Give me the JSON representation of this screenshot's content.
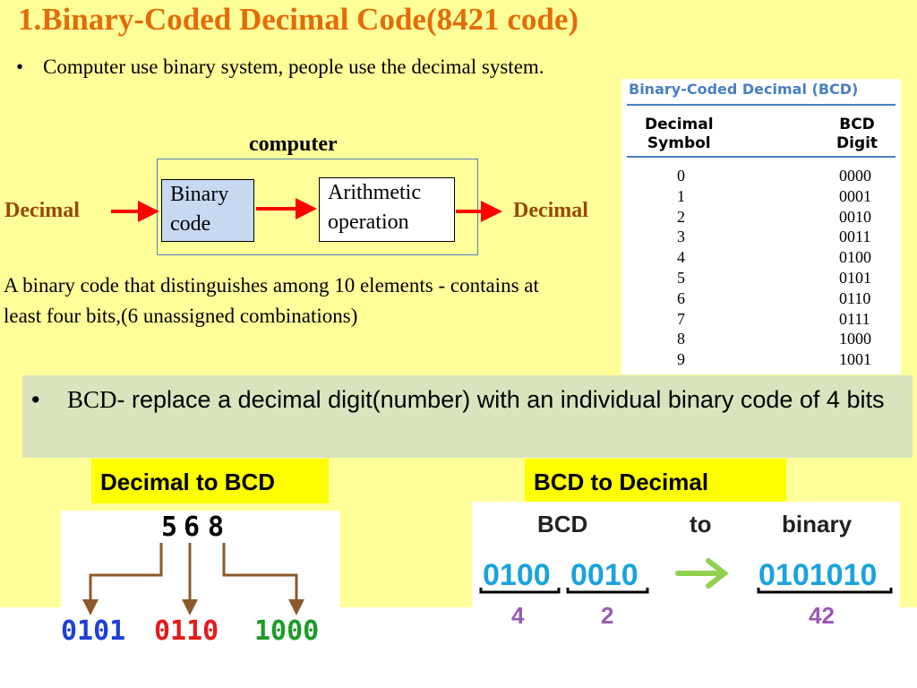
{
  "title": "1.Binary-Coded Decimal Code(8421 code)",
  "bullet1": {
    "marker": "•",
    "text": "Computer use binary system, people use the decimal system."
  },
  "diagram": {
    "computer_label": "computer",
    "input_label": "Decimal",
    "binary_box": [
      "Binary",
      "code"
    ],
    "arith_box": [
      "Arithmetic",
      "operation"
    ],
    "output_label": "Decimal"
  },
  "description": [
    "A binary code that distinguishes among 10 elements - contains at",
    "least four bits,(6 unassigned combinations)"
  ],
  "bcd_table": {
    "title": "Binary-Coded Decimal (BCD)",
    "col1": [
      "Decimal",
      "Symbol"
    ],
    "col2": [
      "BCD",
      "Digit"
    ],
    "rows": [
      {
        "d": "0",
        "b": "0000"
      },
      {
        "d": "1",
        "b": "0001"
      },
      {
        "d": "2",
        "b": "0010"
      },
      {
        "d": "3",
        "b": "0011"
      },
      {
        "d": "4",
        "b": "0100"
      },
      {
        "d": "5",
        "b": "0101"
      },
      {
        "d": "6",
        "b": "0110"
      },
      {
        "d": "7",
        "b": "0111"
      },
      {
        "d": "8",
        "b": "1000"
      },
      {
        "d": "9",
        "b": "1001"
      }
    ]
  },
  "bcd_bullet": {
    "marker": "•",
    "prefix": "BCD",
    "text": "- replace a decimal digit(number) with an individual binary code of 4 bits"
  },
  "label_dec_to_bcd": "Decimal to BCD",
  "label_bcd_to_dec": "BCD to Decimal",
  "example1": {
    "digits": [
      "5",
      "6",
      "8"
    ],
    "codes": [
      {
        "text": "0101",
        "color": "#1f3fd6"
      },
      {
        "text": "0110",
        "color": "#e41b1b"
      },
      {
        "text": "1000",
        "color": "#1f9a2a"
      }
    ],
    "arrow_color": "#8b5a2b"
  },
  "example2": {
    "h_bcd": "BCD",
    "h_to": "to",
    "h_binary": "binary",
    "code1": "0100",
    "code2": "0010",
    "result": "0101010",
    "d1": "4",
    "d2": "2",
    "dres": "42",
    "code_color": "#1aa3dd",
    "digit_color": "#9b59b6",
    "arrow_color": "#92d050"
  },
  "colors": {
    "slide_bg": "#ffff99",
    "title": "#e36c09",
    "decimal": "#984806",
    "arrow": "#ff0000",
    "green_band": "#d7e4bd",
    "yellow_label": "#ffff00"
  }
}
